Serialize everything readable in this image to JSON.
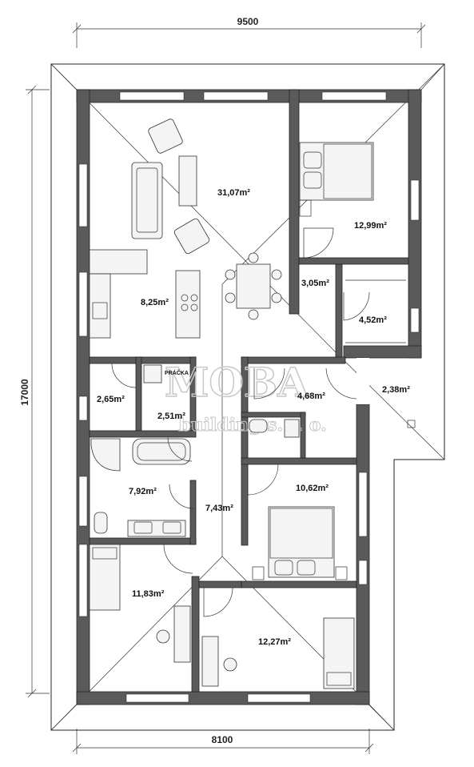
{
  "dimensions": {
    "top_width": "9500",
    "bottom_width": "8100",
    "left_height": "17000"
  },
  "watermark": {
    "brand": "MOBA",
    "subtitle": "building s. r. o."
  },
  "labels": {
    "laundry": "PRÁČKA"
  },
  "rooms": [
    {
      "id": "living-room",
      "area": "31,07m²"
    },
    {
      "id": "bedroom-master",
      "area": "12,99m²"
    },
    {
      "id": "kitchen",
      "area": "8,25m²"
    },
    {
      "id": "hall-small",
      "area": "3,05m²"
    },
    {
      "id": "wardrobe",
      "area": "4,52m²"
    },
    {
      "id": "pantry",
      "area": "2,65m²"
    },
    {
      "id": "utility",
      "area": "2,51m²"
    },
    {
      "id": "bathroom-2",
      "area": "4,68m²"
    },
    {
      "id": "terrace",
      "area": "2,38m²"
    },
    {
      "id": "bathroom",
      "area": "7,92m²"
    },
    {
      "id": "corridor",
      "area": "7,43m²"
    },
    {
      "id": "bedroom-2",
      "area": "10,62m²"
    },
    {
      "id": "room-sw",
      "area": "11,83m²"
    },
    {
      "id": "room-se",
      "area": "12,27m²"
    }
  ]
}
